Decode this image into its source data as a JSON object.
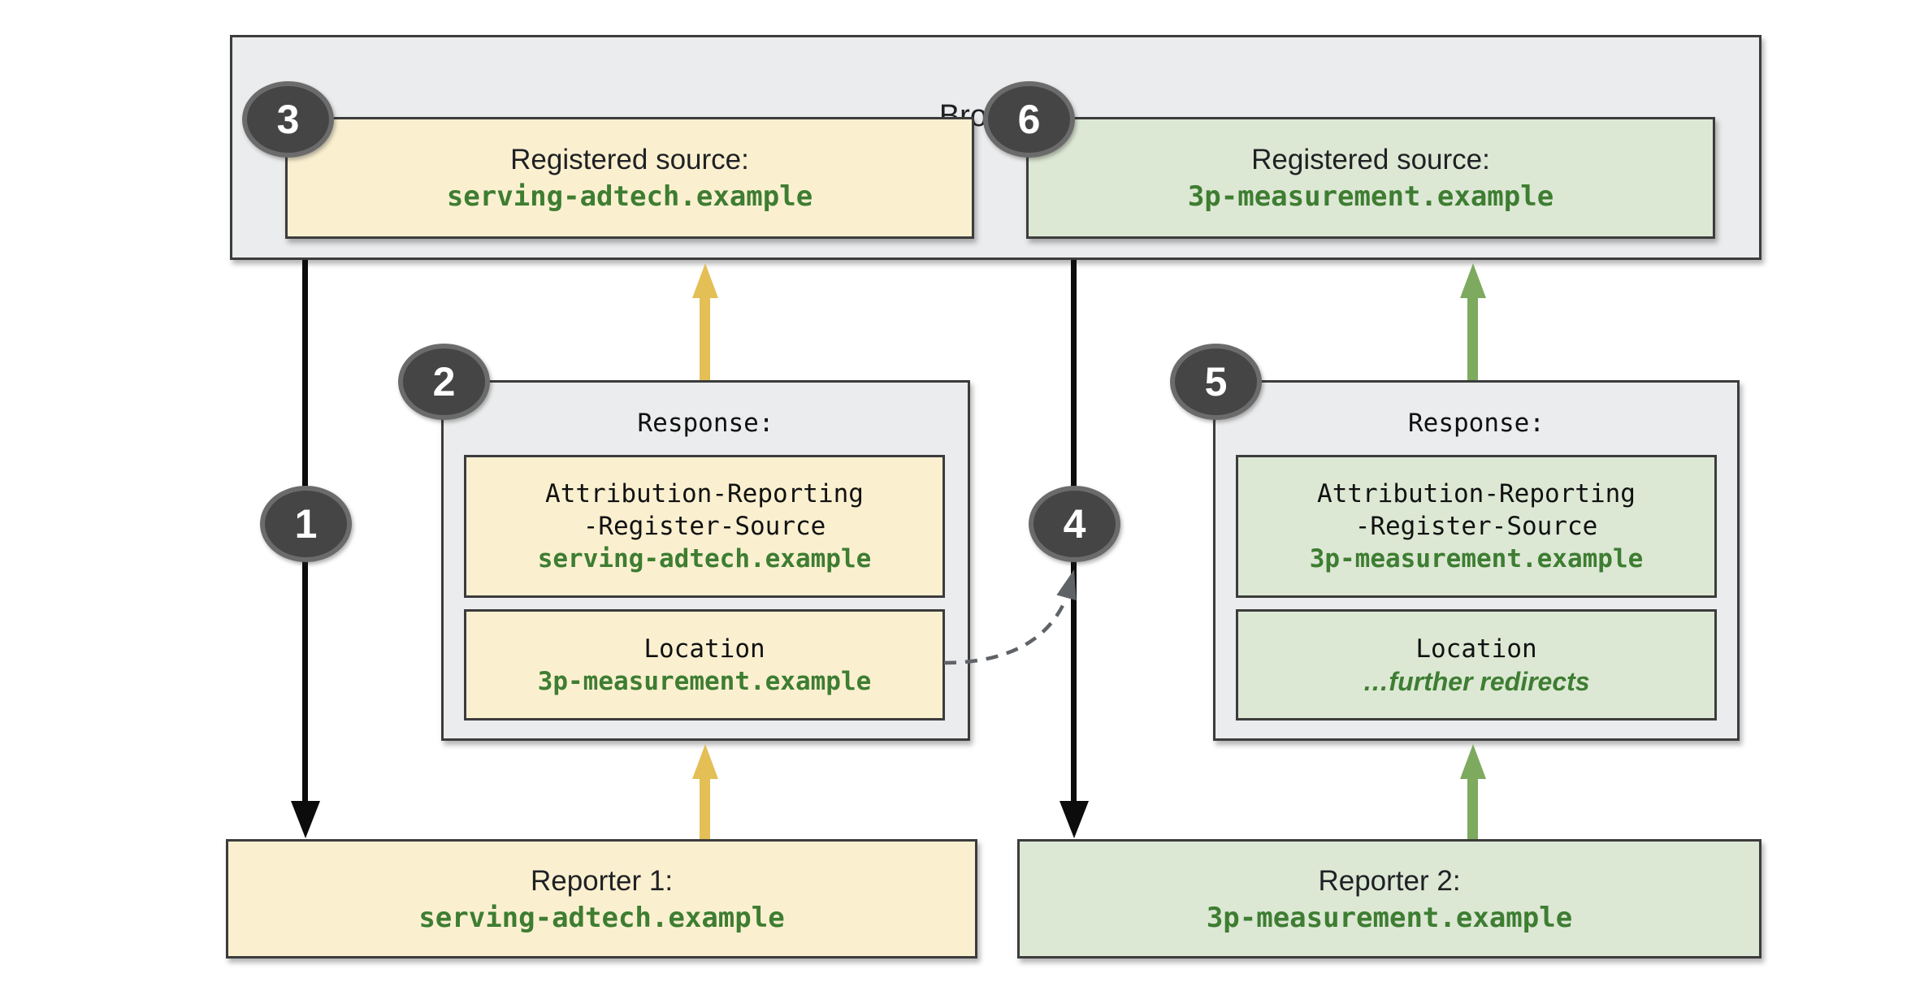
{
  "diagram": {
    "browser": {
      "title": "Browser"
    },
    "registered_sources": [
      {
        "label": "Registered source:",
        "value": "serving-adtech.example"
      },
      {
        "label": "Registered source:",
        "value": "3p-measurement.example"
      }
    ],
    "responses": [
      {
        "title": "Response:",
        "header_line1": "Attribution-Reporting",
        "header_line2": "-Register-Source",
        "header_value": "serving-adtech.example",
        "location_label": "Location",
        "location_value": "3p-measurement.example"
      },
      {
        "title": "Response:",
        "header_line1": "Attribution-Reporting",
        "header_line2": "-Register-Source",
        "header_value": "3p-measurement.example",
        "location_label": "Location",
        "location_value": "…further redirects"
      }
    ],
    "reporters": [
      {
        "label": "Reporter 1:",
        "value": "serving-adtech.example"
      },
      {
        "label": "Reporter 2:",
        "value": "3p-measurement.example"
      }
    ],
    "steps": [
      "1",
      "2",
      "3",
      "4",
      "5",
      "6"
    ],
    "colors": {
      "yellow_fill": "#faf0d0",
      "green_fill": "#dce8d4",
      "gray_fill": "#ebeced",
      "border": "#3c3c3c",
      "badge_fill": "#454545",
      "value_green_text": "#3e7d32",
      "yellow_arrow": "#e3bf55",
      "green_arrow": "#7daa5e",
      "black_arrow": "#0c0c0c",
      "dashed_arrow": "#5f6368"
    }
  }
}
